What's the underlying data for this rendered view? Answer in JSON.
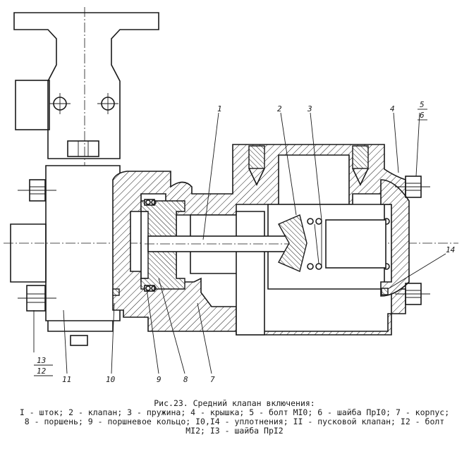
{
  "figure": {
    "caption_title": "Рис.23. Средний клапан включения:",
    "caption_lines": [
      "I - шток; 2 - клапан; 3 - пружина; 4 - крышка; 5 - болт MI0; 6 - шайба ПрI0; 7 - корпус;",
      "8 - поршень; 9 - поршневое кольцо; I0,I4 - уплотнения; II - пусковой клапан; I2 - болт",
      "MI2; I3 - шайба ПрI2"
    ],
    "labels": {
      "l1": "1",
      "l2": "2",
      "l3": "3",
      "l4": "4",
      "l5": "5",
      "l6": "6",
      "l7": "7",
      "l8": "8",
      "l9": "9",
      "l10": "10",
      "l11": "11",
      "l12": "12",
      "l13": "13",
      "l14": "14"
    }
  }
}
